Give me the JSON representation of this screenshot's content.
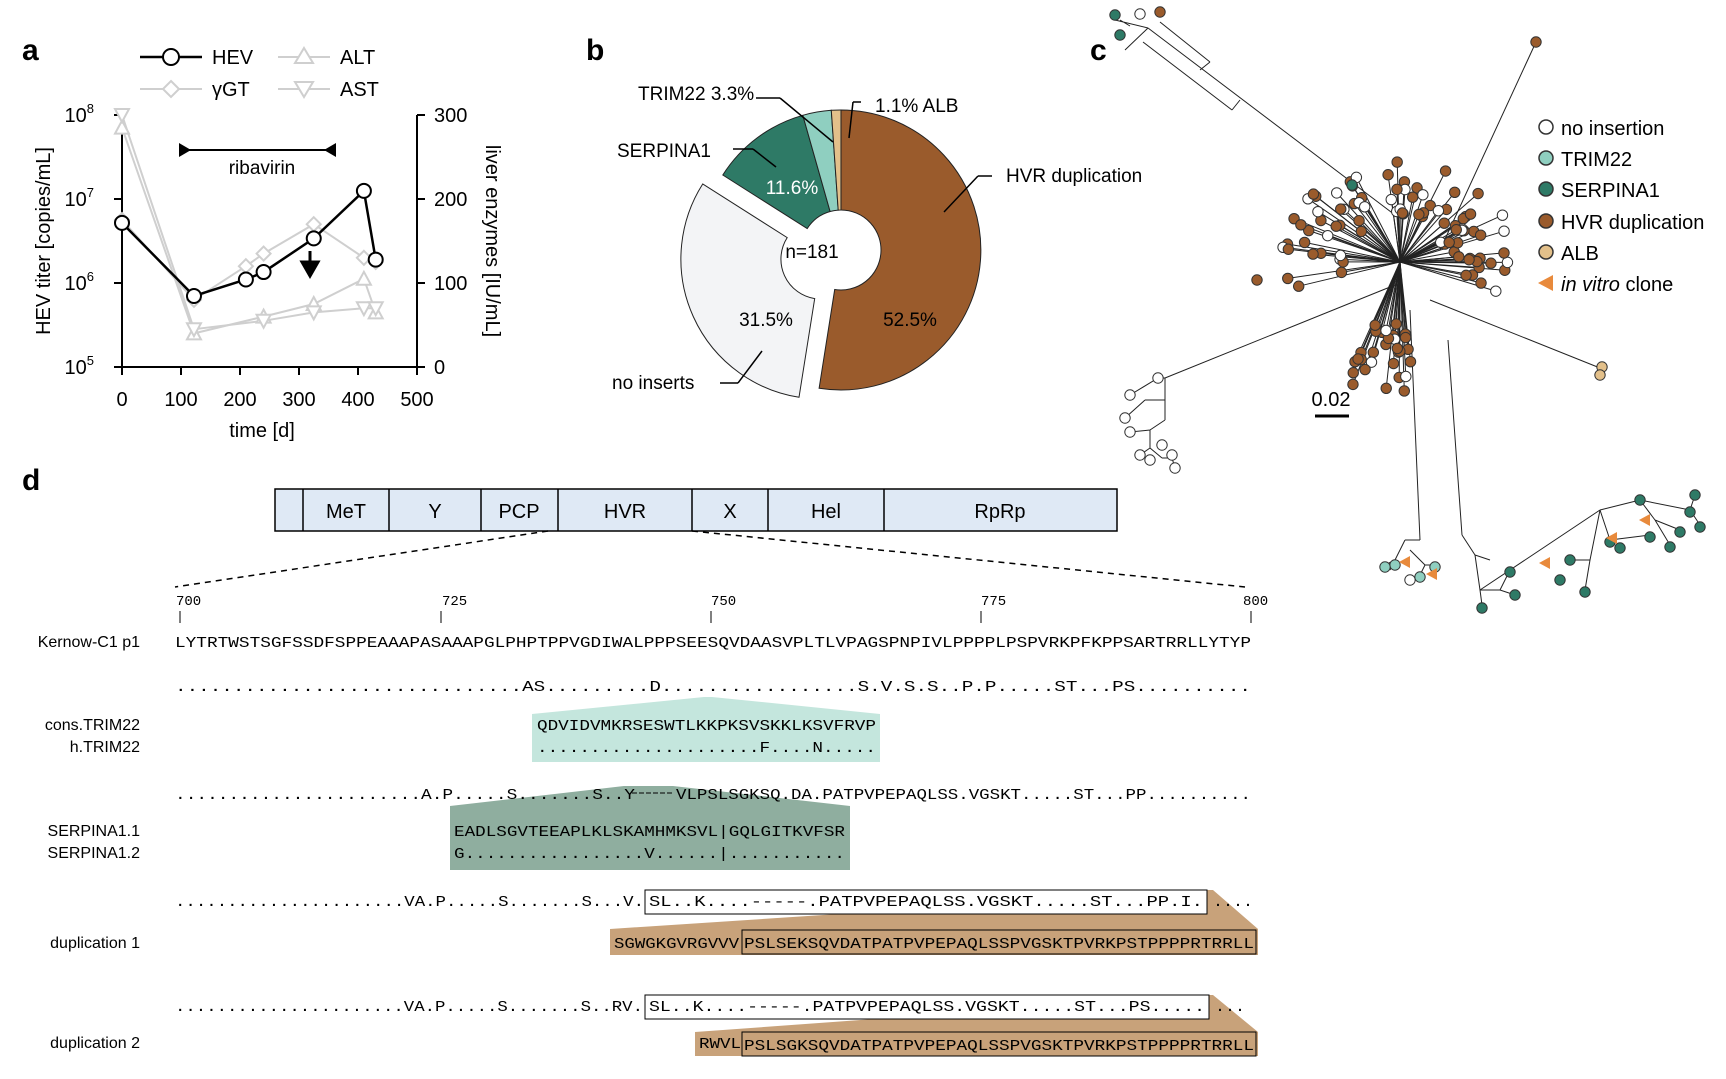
{
  "panel_labels": {
    "a": "a",
    "b": "b",
    "c": "c",
    "d": "d"
  },
  "panel_a": {
    "legend": {
      "hev": "HEV",
      "ggt": "γGT",
      "alt": "ALT",
      "ast": "AST"
    },
    "treatment_label": "ribavirin",
    "xlabel": "time [d]",
    "ylabel_left": "HEV titer [copies/mL]",
    "ylabel_right": "liver enzymes [IU/mL]",
    "x_ticks": [
      "0",
      "100",
      "200",
      "300",
      "400",
      "500"
    ],
    "y_left_ticks": [
      "10",
      "10",
      "10",
      "10"
    ],
    "y_left_exps": [
      "5",
      "6",
      "7",
      "8"
    ],
    "y_right_ticks": [
      "0",
      "100",
      "200",
      "300"
    ]
  },
  "panel_b": {
    "center_label": "n=181",
    "labels": {
      "trim22": "TRIM22 3.3%",
      "alb": "1.1% ALB",
      "serpina1": "SERPINA1",
      "serpina1_pct": "11.6%",
      "hvr": "HVR duplication",
      "hvr_pct": "52.5%",
      "no_inserts": "no inserts",
      "no_inserts_pct": "31.5%"
    }
  },
  "panel_c": {
    "legend": {
      "no_insertion": "no insertion",
      "trim22": "TRIM22",
      "serpina1": "SERPINA1",
      "hvr": "HVR duplication",
      "alb": "ALB",
      "in_vitro_italic": "in vitro",
      "in_vitro_rest": " clone"
    },
    "scale_label": "0.02"
  },
  "panel_d": {
    "domains": [
      "MeT",
      "Y",
      "PCP",
      "HVR",
      "X",
      "Hel",
      "RpRp"
    ],
    "ruler_ticks": [
      "700",
      "725",
      "750",
      "775",
      "800"
    ],
    "ref_label": "Kernow-C1 p1",
    "ref_seq": "LYTRTWSTSGFSSDFSPPEAAAPASAAAPGLPHPTPPVGDIWALPPPSEESQVDAASVPLTLVPAGSPNPIVLPPPPLPSPVRKPFKPPSARTRRLLYTYP",
    "rows": {
      "trim_parent": "..............................AS.........D.................S.V.S.S..P.P.....ST...PS..........",
      "trim_labels": [
        "cons.TRIM22",
        "h.TRIM22"
      ],
      "trim_insert": [
        "QDVIDVMKRSESWTLKKPKSVSKKLKSVFRVP",
        ".....................F....N....."
      ],
      "serp_parent_left": ".......................A.P.....S.......S..Y",
      "serp_parent_right": "VLPSLSGKSQ.DA.PATPVPEPAQLSS.VGSKT.....ST...PP..........",
      "serp_labels": [
        "SERPINA1.1",
        "SERPINA1.2"
      ],
      "serp_insert": [
        "EADLSGVTEEAPLKLSKAMHMKSVL|GQLGITKVFSR",
        "G.................V......|..........."
      ],
      "dup1_parent_left": "......................VA.P.....S.......S...V.",
      "dup1_parent_box": "SL..K....-----.PATPVPEPAQLSS.VGSKT.....ST...PP.I.",
      "dup1_parent_right": "....",
      "dup1_label": "duplication 1",
      "dup1_insert_pre": "SGWGKGVRGVVV",
      "dup1_insert_box": "PSLSEKSQVDATPATPVPEPAQLSSPVGSKTPVRKPSTPPPPRTRRLL",
      "dup2_parent_left": "......................VA.P.....S.......S..RV.",
      "dup2_parent_box": "SL..K....-----.PATPVPEPAQLSS.VGSKT.....ST...PS.....",
      "dup2_parent_right": "...",
      "dup2_label": "duplication 2",
      "dup2_insert_pre": "RWVL",
      "dup2_insert_box": "PSLSGKSQVDATPATPVPEPAQLSSPVGSKTPVRKPSTPPPPRTRRLL"
    }
  },
  "colors": {
    "no_insertion": "#ffffff",
    "trim22": "#8fcfc0",
    "serpina1": "#2e7a66",
    "hvr": "#9a5b2c",
    "alb": "#e3c08a",
    "in_vitro": "#e88a3c",
    "domain_fill": "#dfe9f5",
    "trim_band": "#c4e6dd",
    "serp_band": "#8fae9f",
    "dup_band": "#c8a27a"
  }
}
